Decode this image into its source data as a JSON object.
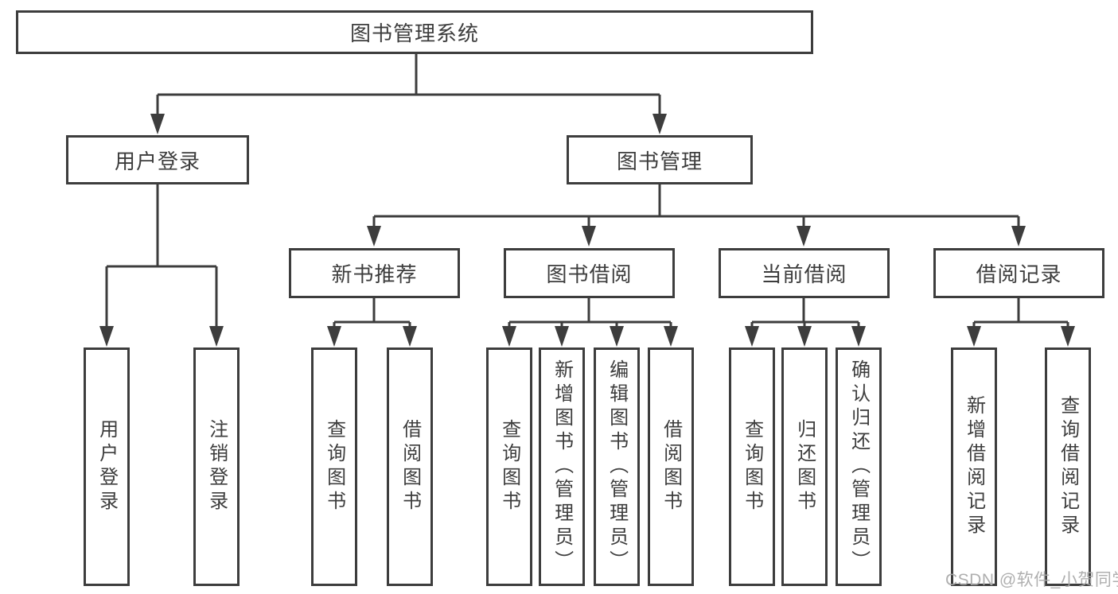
{
  "tree": {
    "root": "图书管理系统",
    "user_login": {
      "label": "用户登录",
      "children": [
        "用户登录",
        "注销登录"
      ]
    },
    "book_management": {
      "label": "图书管理",
      "sections": [
        {
          "label": "新书推荐",
          "children": [
            "查询图书",
            "借阅图书"
          ]
        },
        {
          "label": "图书借阅",
          "children": [
            "查询图书",
            "新增图书（管理员）",
            "编辑图书（管理员）",
            "借阅图书"
          ]
        },
        {
          "label": "当前借阅",
          "children": [
            "查询图书",
            "归还图书",
            "确认归还（管理员）"
          ]
        },
        {
          "label": "借阅记录",
          "children": [
            "新增借阅记录",
            "查询借阅记录"
          ]
        }
      ]
    }
  },
  "watermark": "CSDN @软件_小贺同学",
  "colors": {
    "line": "#3d3d3d",
    "text": "#3d3d3d",
    "watermark": "#a9a9a9",
    "background": "#ffffff"
  }
}
